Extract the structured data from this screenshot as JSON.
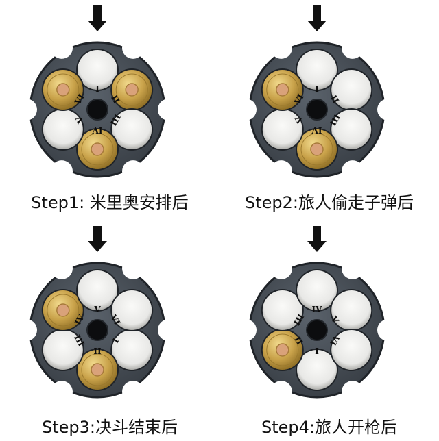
{
  "colors": {
    "cylinder": "#3a4047",
    "cylinder_edge": "#1f2328",
    "chamber_empty": "#e8e8e6",
    "brass": "#c9a24a",
    "primer": "#d9a27a",
    "arrow": "#111111",
    "numeral": "#0d0d0d"
  },
  "chamber_numerals": [
    "I",
    "II",
    "III",
    "IV",
    "V",
    "VI"
  ],
  "panels": [
    {
      "caption": "Step1: 米里奥安排后",
      "loaded_chambers": [
        "II",
        "IV",
        "VI"
      ],
      "top_chamber": "I"
    },
    {
      "caption": "Step2:旅人偷走子弹后",
      "loaded_chambers": [
        "IV",
        "VI"
      ],
      "top_chamber": "I"
    },
    {
      "caption": "Step3:决斗结束后",
      "loaded_chambers": [
        "II",
        "IV"
      ],
      "top_chamber": "V"
    },
    {
      "caption": "Step4:旅人开枪后",
      "loaded_chambers": [
        "II"
      ],
      "top_chamber": "IV"
    }
  ]
}
